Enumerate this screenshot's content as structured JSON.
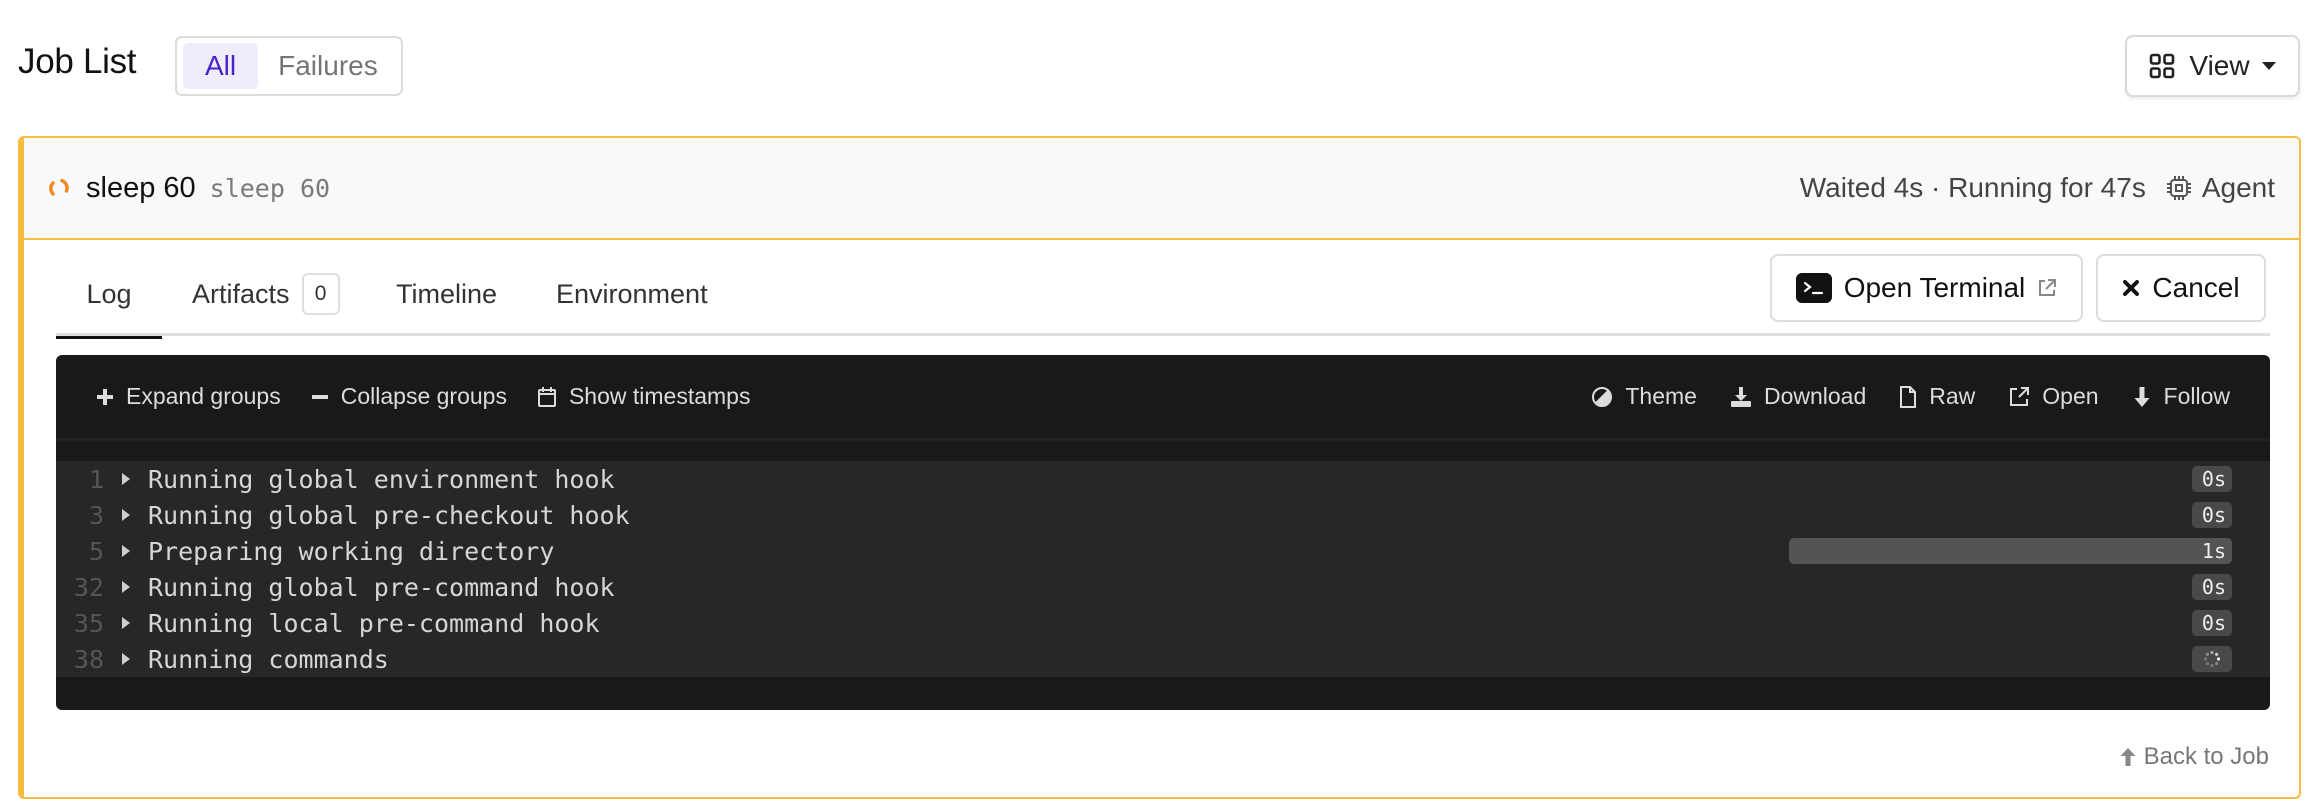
{
  "header": {
    "title": "Job List",
    "filters": [
      {
        "label": "All",
        "active": true
      },
      {
        "label": "Failures",
        "active": false
      }
    ],
    "view_button": {
      "label": "View",
      "icon": "grid-icon"
    }
  },
  "job": {
    "status": "running",
    "status_color": "#f08a24",
    "border_color": "#f5bc42",
    "name": "sleep 60",
    "command": "sleep 60",
    "timing": "Waited 4s · Running for 47s",
    "agent_label": "Agent",
    "agent_icon": "cpu-icon"
  },
  "tabs": [
    {
      "label": "Log",
      "active": true
    },
    {
      "label": "Artifacts",
      "count": "0",
      "active": false
    },
    {
      "label": "Timeline",
      "active": false
    },
    {
      "label": "Environment",
      "active": false
    }
  ],
  "actions": {
    "open_terminal": "Open Terminal",
    "cancel": "Cancel"
  },
  "log_toolbar": {
    "left": [
      {
        "label": "Expand groups",
        "icon": "plus-icon"
      },
      {
        "label": "Collapse groups",
        "icon": "minus-icon"
      },
      {
        "label": "Show timestamps",
        "icon": "calendar-icon"
      }
    ],
    "right": [
      {
        "label": "Theme",
        "icon": "theme-icon"
      },
      {
        "label": "Download",
        "icon": "download-icon"
      },
      {
        "label": "Raw",
        "icon": "file-icon"
      },
      {
        "label": "Open",
        "icon": "external-link-icon"
      },
      {
        "label": "Follow",
        "icon": "arrow-down-icon"
      }
    ]
  },
  "log_lines": [
    {
      "line": "1",
      "text": "Running global environment hook",
      "duration": "0s"
    },
    {
      "line": "3",
      "text": "Running global pre-checkout hook",
      "duration": "0s"
    },
    {
      "line": "5",
      "text": "Preparing working directory",
      "duration": "1s"
    },
    {
      "line": "32",
      "text": "Running global pre-command hook",
      "duration": "0s"
    },
    {
      "line": "35",
      "text": "Running local pre-command hook",
      "duration": "0s"
    },
    {
      "line": "38",
      "text": "Running commands",
      "duration": null,
      "in_progress": true
    }
  ],
  "footer": {
    "back_label": "Back to Job"
  }
}
